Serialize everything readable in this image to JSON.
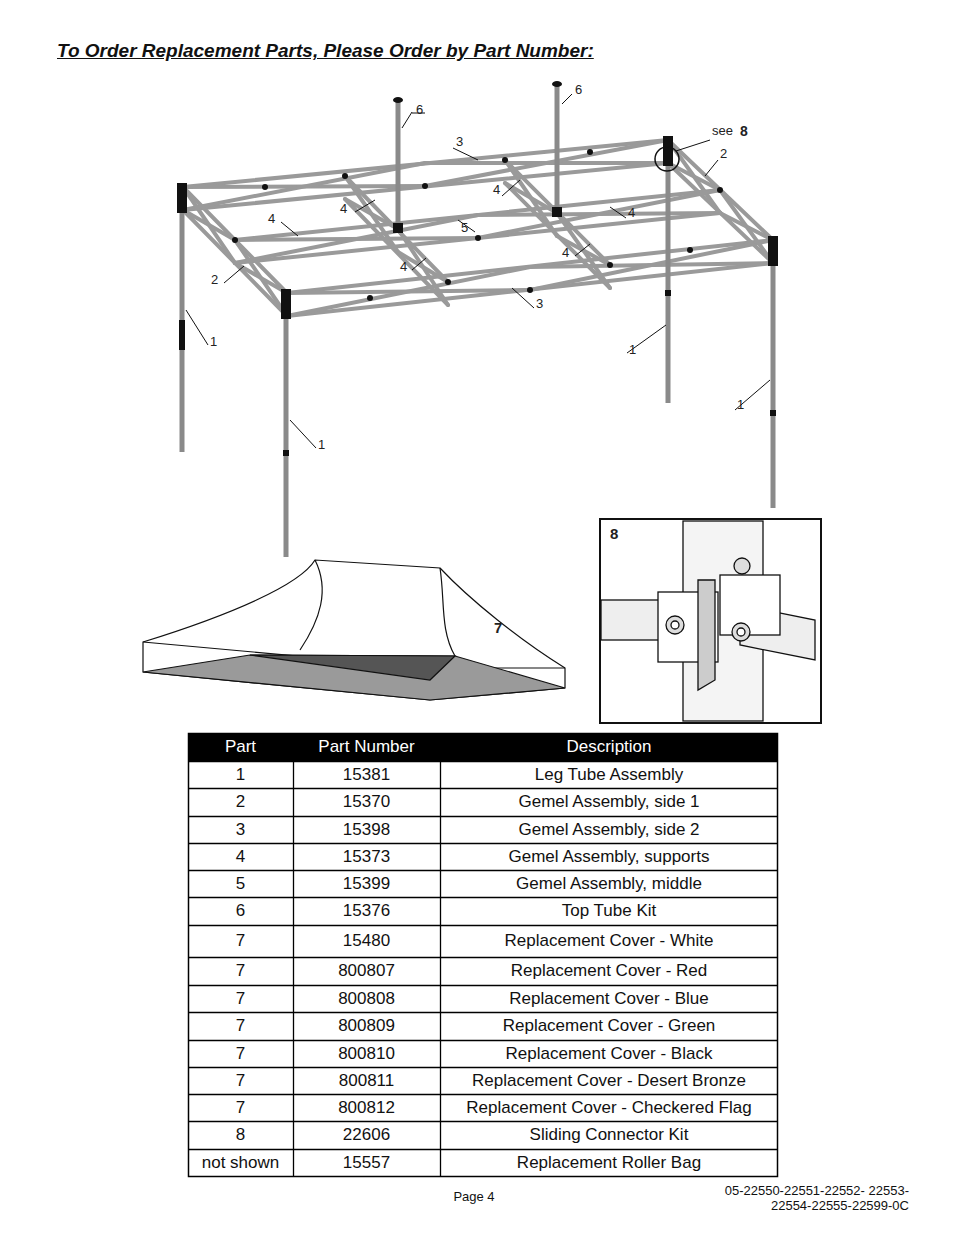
{
  "diagram": {
    "title": "To Order Replacement Parts, Please Order by Part Number:",
    "labels": [
      "6",
      "6",
      "3",
      "see",
      "8",
      "2",
      "4",
      "4",
      "4",
      "4",
      "5",
      "2",
      "4",
      "4",
      "3",
      "1",
      "1",
      "1",
      "1",
      "7",
      "8",
      "Part",
      "Part Number",
      "Description",
      "1",
      "15381",
      "Leg Tube Assembly",
      "2",
      "15370",
      "Gemel Assembly, side 1",
      "3",
      "15398",
      "Gemel Assembly, side 2",
      "4",
      "15373",
      "Gemel Assembly, supports",
      "5",
      "15399",
      "Gemel Assembly, middle",
      "6",
      "15376",
      "Top Tube Kit",
      "7",
      "15480",
      "Replacement Cover - White",
      "7",
      "800807",
      "Replacement Cover - Red",
      "7",
      "800808",
      "Replacement Cover - Blue",
      "7",
      "800809",
      "Replacement Cover - Green",
      "7",
      "800810",
      "Replacement Cover - Black",
      "7",
      "800811",
      "Replacement Cover - Desert Bronze",
      "7",
      "800812",
      "Replacement Cover - Checkered Flag",
      "8",
      "22606",
      "Sliding Connector Kit",
      "not shown",
      "15557",
      "Replacement Roller Bag",
      "Page 4",
      "05-22550-22551-22552- 22553-22554-22555-22599-0C"
    ]
  }
}
